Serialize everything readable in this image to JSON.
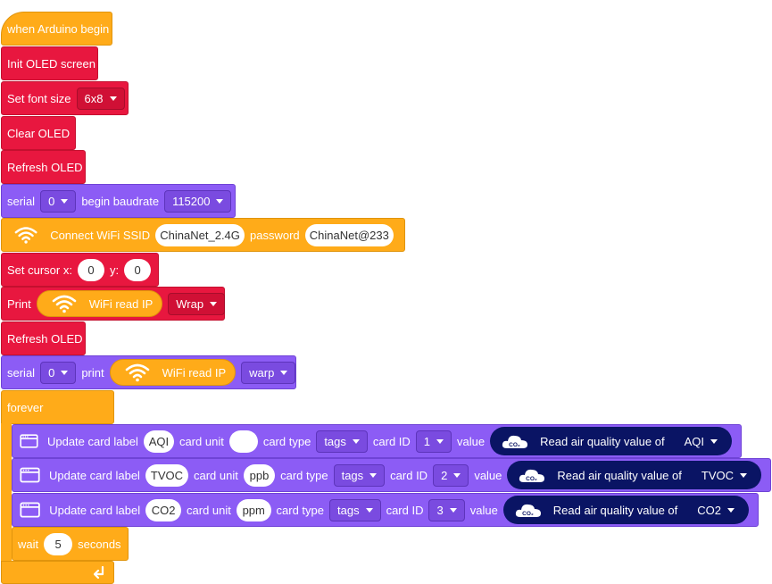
{
  "blocks": {
    "hat": {
      "label": "when Arduino begin"
    },
    "init_oled": {
      "label": "Init OLED screen"
    },
    "set_font": {
      "label": "Set font size",
      "value": "6x8"
    },
    "clear_oled": {
      "label": "Clear OLED"
    },
    "refresh_oled_1": {
      "label": "Refresh OLED"
    },
    "serial_begin": {
      "label": "serial",
      "port": "0",
      "mid": "begin baudrate",
      "baud": "115200"
    },
    "connect_wifi": {
      "label": "Connect WiFi SSID",
      "ssid": "ChinaNet_2.4G",
      "pw_label": "password",
      "password": "ChinaNet@233"
    },
    "set_cursor": {
      "label": "Set cursor x:",
      "x": "0",
      "y_label": "y:",
      "y": "0"
    },
    "print": {
      "label": "Print",
      "reporter": "WiFi read IP",
      "mode": "Wrap"
    },
    "refresh_oled_2": {
      "label": "Refresh OLED"
    },
    "serial_print": {
      "label": "serial",
      "port": "0",
      "mid": "print",
      "reporter": "WiFi read IP",
      "mode": "warp"
    },
    "forever": {
      "label": "forever"
    },
    "cards": [
      {
        "label": "Update card label",
        "name": "AQI",
        "unit_label": "card unit",
        "unit": "",
        "type_label": "card type",
        "type": "tags",
        "id_label": "card ID",
        "id": "1",
        "value_label": "value",
        "reporter": "Read air quality value of",
        "metric": "AQI"
      },
      {
        "label": "Update card label",
        "name": "TVOC",
        "unit_label": "card unit",
        "unit": "ppb",
        "type_label": "card type",
        "type": "tags",
        "id_label": "card ID",
        "id": "2",
        "value_label": "value",
        "reporter": "Read air quality value of",
        "metric": "TVOC"
      },
      {
        "label": "Update card label",
        "name": "CO2",
        "unit_label": "card unit",
        "unit": "ppm",
        "type_label": "card type",
        "type": "tags",
        "id_label": "card ID",
        "id": "3",
        "value_label": "value",
        "reporter": "Read air quality value of",
        "metric": "CO2"
      }
    ],
    "wait": {
      "label": "wait",
      "value": "5",
      "unit": "seconds"
    }
  },
  "icons": {
    "wifi": "wifi-icon",
    "cloud": "co2-cloud-icon",
    "window": "browser-window-icon",
    "loop": "loop-arrow-icon"
  },
  "cloud_text": "CO₂",
  "colors": {
    "oled": "#e8173f",
    "serial": "#8c5cf5",
    "control": "#ffab19",
    "sensor": "#0a1464"
  }
}
